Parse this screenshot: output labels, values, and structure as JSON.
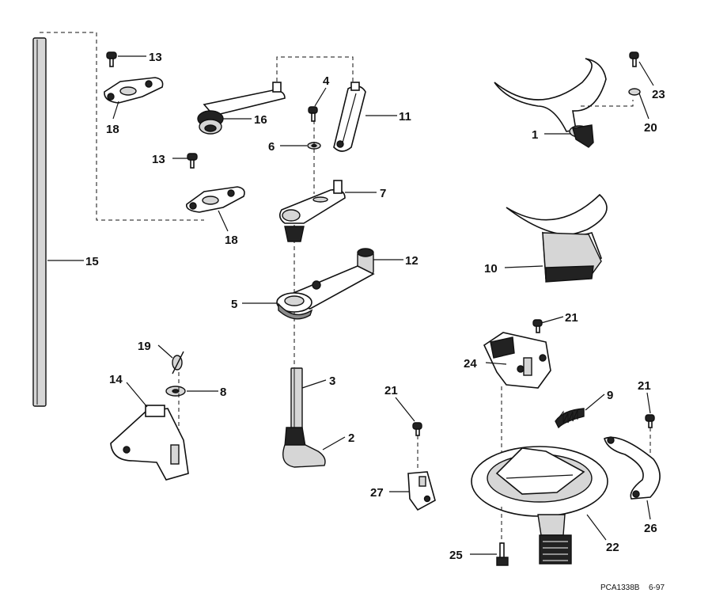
{
  "callouts": [
    {
      "id": "c13a",
      "text": "13"
    },
    {
      "id": "c18a",
      "text": "18"
    },
    {
      "id": "c16",
      "text": "16"
    },
    {
      "id": "c13b",
      "text": "13"
    },
    {
      "id": "c18b",
      "text": "18"
    },
    {
      "id": "c4",
      "text": "4"
    },
    {
      "id": "c6",
      "text": "6"
    },
    {
      "id": "c11",
      "text": "11"
    },
    {
      "id": "c7",
      "text": "7"
    },
    {
      "id": "c12",
      "text": "12"
    },
    {
      "id": "c5",
      "text": "5"
    },
    {
      "id": "c15",
      "text": "15"
    },
    {
      "id": "c19",
      "text": "19"
    },
    {
      "id": "c14",
      "text": "14"
    },
    {
      "id": "c8",
      "text": "8"
    },
    {
      "id": "c3",
      "text": "3"
    },
    {
      "id": "c2",
      "text": "2"
    },
    {
      "id": "c1",
      "text": "1"
    },
    {
      "id": "c23",
      "text": "23"
    },
    {
      "id": "c20",
      "text": "20"
    },
    {
      "id": "c10",
      "text": "10"
    },
    {
      "id": "c21a",
      "text": "21"
    },
    {
      "id": "c24",
      "text": "24"
    },
    {
      "id": "c9",
      "text": "9"
    },
    {
      "id": "c21b",
      "text": "21"
    },
    {
      "id": "c21c",
      "text": "21"
    },
    {
      "id": "c27",
      "text": "27"
    },
    {
      "id": "c22",
      "text": "22"
    },
    {
      "id": "c26",
      "text": "26"
    },
    {
      "id": "c25",
      "text": "25"
    }
  ],
  "footer": {
    "code": "PCA1338B",
    "date": "6-97"
  }
}
